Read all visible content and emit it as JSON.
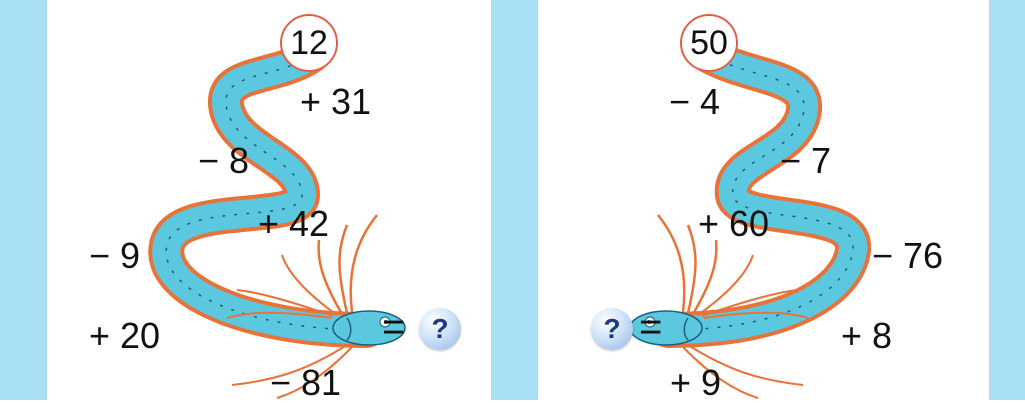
{
  "stripe_color": "#a9dff4",
  "fish_body_color": "#5cc8df",
  "fish_fin_color": "#e8733a",
  "left_puzzle": {
    "start": "12",
    "ops": [
      "+ 31",
      "− 8",
      "+ 42",
      "− 9",
      "+ 20",
      "− 81"
    ],
    "equals": "=",
    "unknown": "?"
  },
  "right_puzzle": {
    "start": "50",
    "ops": [
      "− 4",
      "− 7",
      "+ 60",
      "− 76",
      "+ 8",
      "+ 9"
    ],
    "equals": "=",
    "unknown": "?"
  }
}
